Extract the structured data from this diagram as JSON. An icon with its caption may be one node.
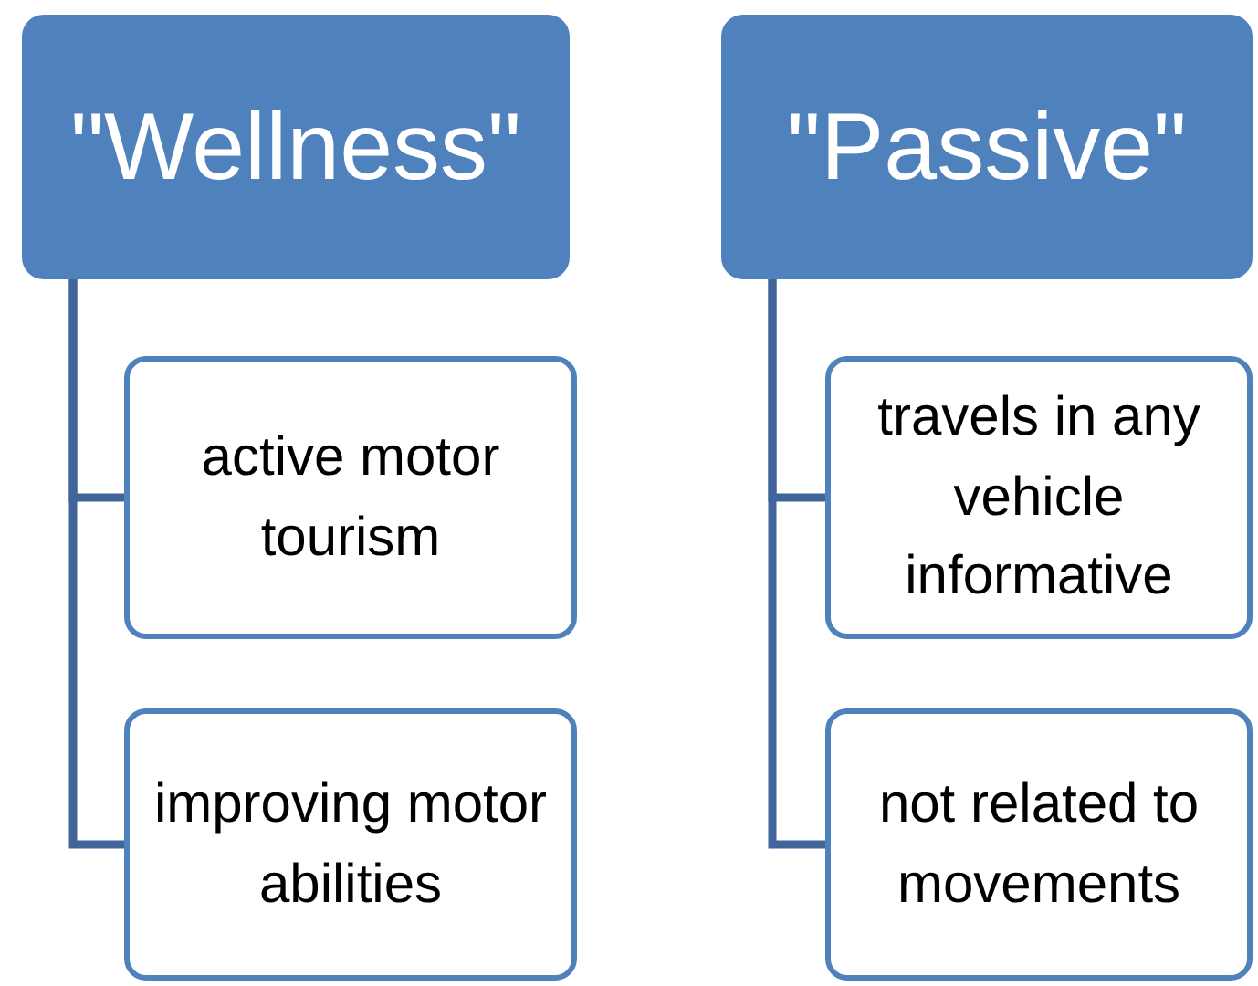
{
  "diagram": {
    "nodes": [
      {
        "text": [
          "\"Wellness\""
        ]
      },
      {
        "text": [
          "active motor tourism"
        ]
      },
      {
        "text": [
          "improving motor abilities"
        ]
      },
      {
        "text": [
          "\"Passive\""
        ]
      },
      {
        "text": [
          "travels in any vehicle informative"
        ]
      },
      {
        "text": [
          "not related to movements"
        ]
      }
    ],
    "edges": [
      {
        "from": 0,
        "to": 1,
        "arrow": "none"
      },
      {
        "from": 0,
        "to": 2,
        "arrow": "none"
      },
      {
        "from": 3,
        "to": 4,
        "arrow": "none"
      },
      {
        "from": 3,
        "to": 5,
        "arrow": "none"
      }
    ]
  }
}
